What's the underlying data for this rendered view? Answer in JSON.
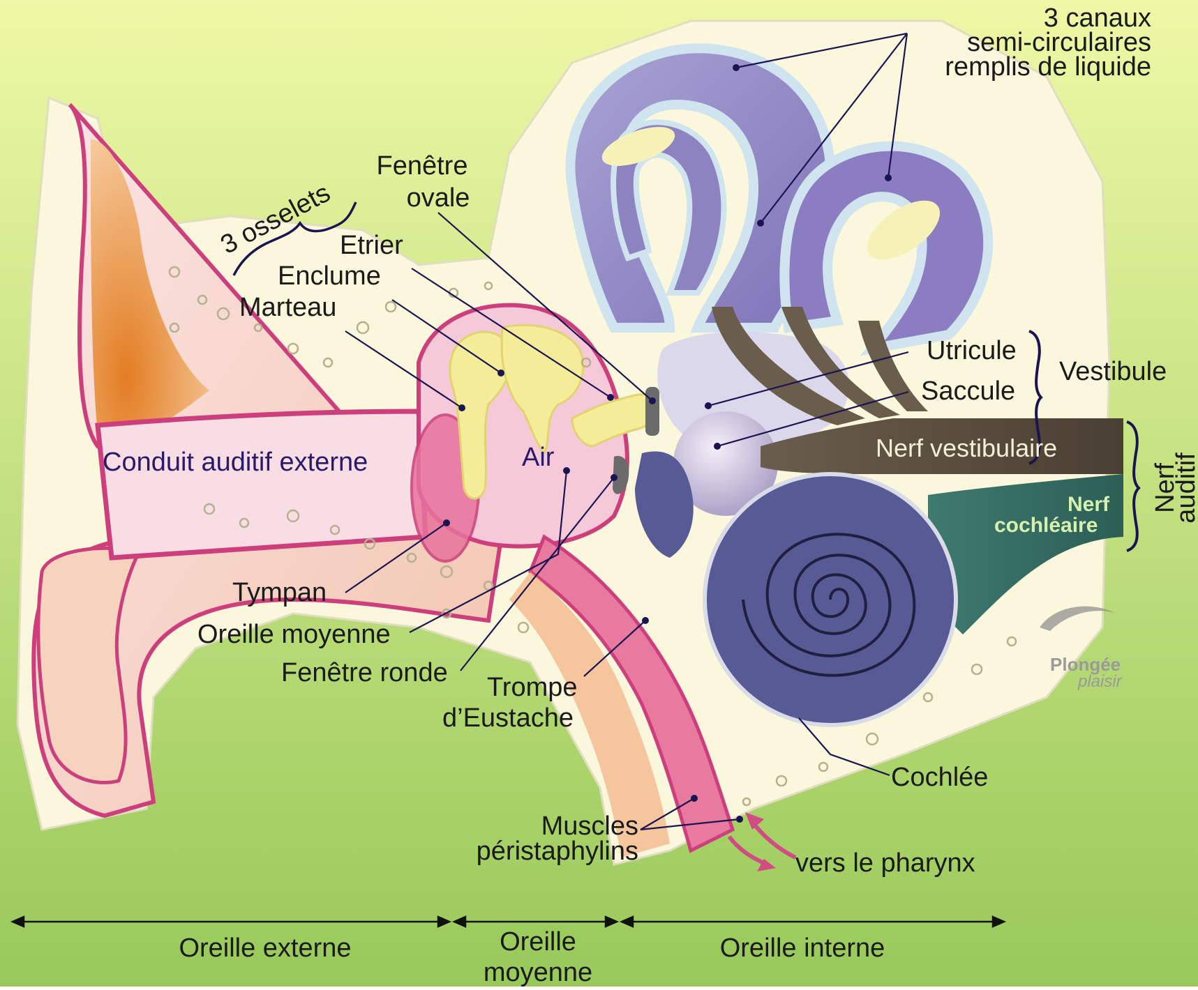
{
  "colors": {
    "background_top": "#eef8a6",
    "background_bottom": "#98c95a",
    "skin": "#f8d7de",
    "skin_outline": "#cc3f7c",
    "bone": "#f8f5d2",
    "ossicle": "#f4ec98",
    "canal_purple": "#8c83c0",
    "vestibule": "#dcd8ec",
    "cochlea": "#585a96",
    "nerve_vestibular": "#5a4f3f",
    "nerve_cochlear": "#2f6e5c",
    "leader_line": "#1a1450"
  },
  "labels": {
    "canals": [
      "3 canaux",
      "semi-circulaires",
      "remplis de liquide"
    ],
    "fenetre_ovale": [
      "Fenêtre",
      "ovale"
    ],
    "osselets": "3 osselets",
    "etrier": "Etrier",
    "enclume": "Enclume",
    "marteau": "Marteau",
    "utricule": "Utricule",
    "saccule": "Saccule",
    "vestibule": "Vestibule",
    "nerf_vestibulaire": "Nerf vestibulaire",
    "nerf_cochleaire": [
      "Nerf",
      "cochléaire"
    ],
    "nerf_auditif": [
      "Nerf",
      "auditif"
    ],
    "conduit": "Conduit auditif externe",
    "air": "Air",
    "tympan": "Tympan",
    "oreille_moyenne_label": "Oreille moyenne",
    "fenetre_ronde": "Fenêtre ronde",
    "trompe": [
      "Trompe",
      "d’Eustache"
    ],
    "cochlee": "Cochlée",
    "muscles": [
      "Muscles",
      "péristaphylins"
    ],
    "pharynx": "vers le pharynx"
  },
  "logo": {
    "line1": "Plongée",
    "line2": "plaisir"
  },
  "regions": {
    "externe": "Oreille externe",
    "moyenne": [
      "Oreille",
      "moyenne"
    ],
    "interne": "Oreille interne"
  }
}
